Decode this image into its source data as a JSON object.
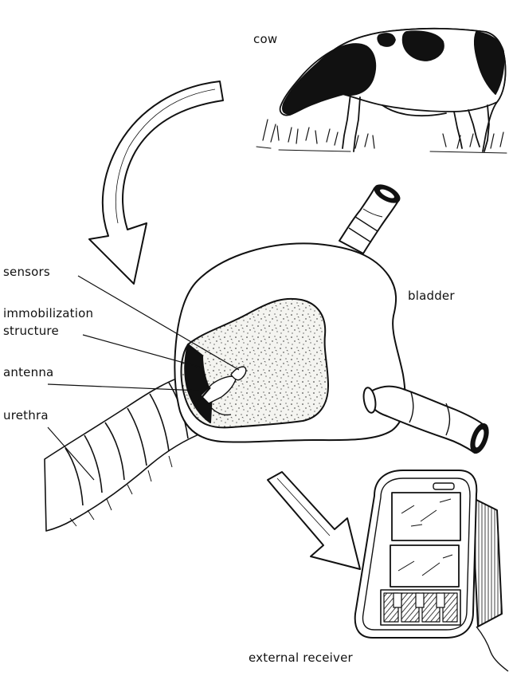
{
  "labels": {
    "cow": "cow",
    "bladder": "bladder",
    "sensors": "sensors",
    "immobilization_line1": "immobilization",
    "immobilization_line2": "structure",
    "antenna": "antenna",
    "urethra": "urethra",
    "external_receiver": "external receiver"
  },
  "colors": {
    "ink": "#111111",
    "speckle_fill": "#f4f4f0",
    "paper": "#ffffff"
  }
}
